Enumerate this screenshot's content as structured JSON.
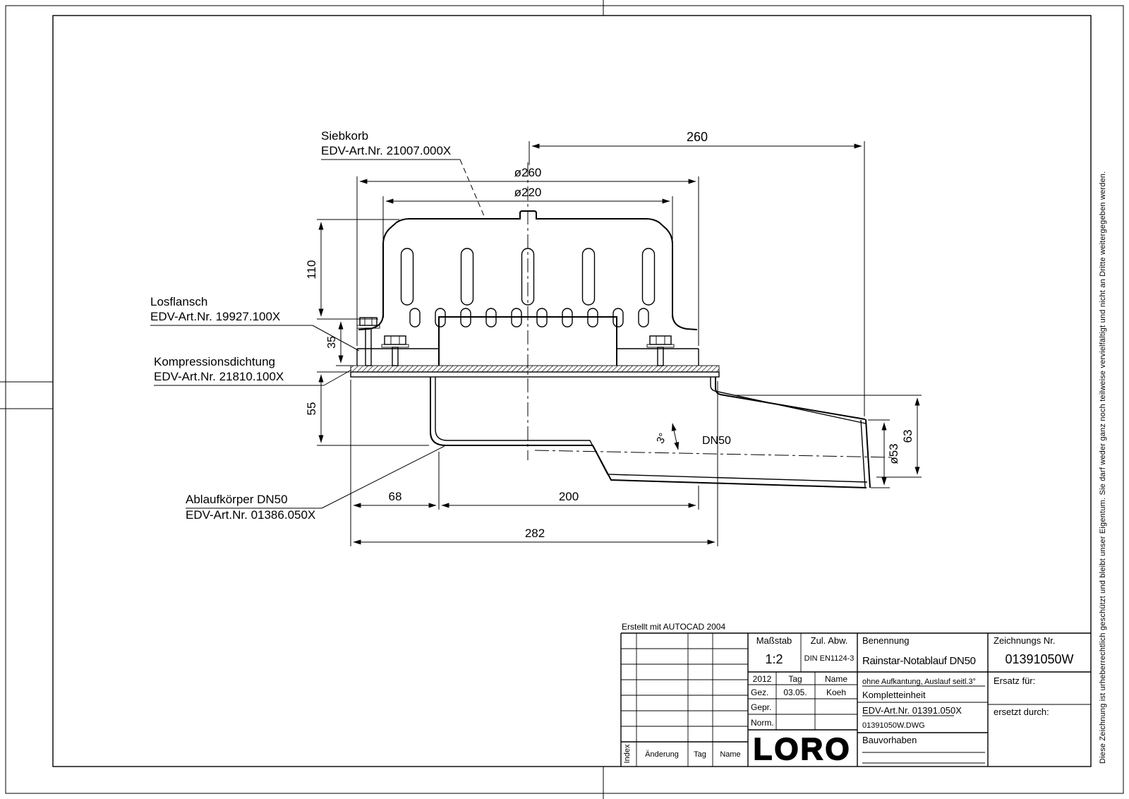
{
  "labels": {
    "siebkorb_1": "Siebkorb",
    "siebkorb_2": "EDV-Art.Nr.  21007.000X",
    "losflansch_1": "Losflansch",
    "losflansch_2": "EDV-Art.Nr.  19927.100X",
    "dichtung_1": "Kompressionsdichtung",
    "dichtung_2": "EDV-Art.Nr.  21810.100X",
    "ablauf_1": "Ablaufkörper  DN50",
    "ablauf_2": "EDV-Art.Nr.  01386.050X"
  },
  "dims": {
    "d260": "260",
    "dia260": "ø260",
    "dia220": "ø220",
    "d110": "110",
    "d35": "35",
    "d55": "55",
    "d68": "68",
    "d200": "200",
    "d282": "282",
    "d63": "63",
    "dia53": "ø53",
    "dn50": "DN50",
    "angle": "3°"
  },
  "tb": {
    "created": "Erstellt mit AUTOCAD 2004",
    "massstab_label": "Maßstab",
    "massstab": "1:2",
    "zulabw_label": "Zul. Abw.",
    "zulabw": "DIN EN1124-3",
    "benennung_label": "Benennung",
    "benennung": "Rainstar-Notablauf DN50",
    "zeichnr_label": "Zeichnungs Nr.",
    "zeichnr": "01391050W",
    "year": "2012",
    "tag": "Tag",
    "name": "Name",
    "gez": "Gez.",
    "gez_tag": "03.05.",
    "gez_name": "Koeh",
    "gepr": "Gepr.",
    "norm": "Norm.",
    "sub1": "ohne Aufkantung, Auslauf seitl.3°",
    "sub2": "Kompletteinheit",
    "edv": "EDV-Art.Nr. 01391.050X",
    "dwg": "01391050W.DWG",
    "ersatz": "Ersatz für:",
    "ersetzt": "ersetzt durch:",
    "bauvorhaben": "Bauvorhaben",
    "index": "Index",
    "aenderung": "Änderung",
    "tag2": "Tag",
    "name2": "Name",
    "logo": "LORO"
  },
  "margin": {
    "copyright": "Diese Zeichnung ist urheberrechtlich geschützt und bleibt unser Eigentum. Sie darf weder ganz noch teilweise vervielfältigt und nicht an Dritte weitergegeben werden."
  }
}
